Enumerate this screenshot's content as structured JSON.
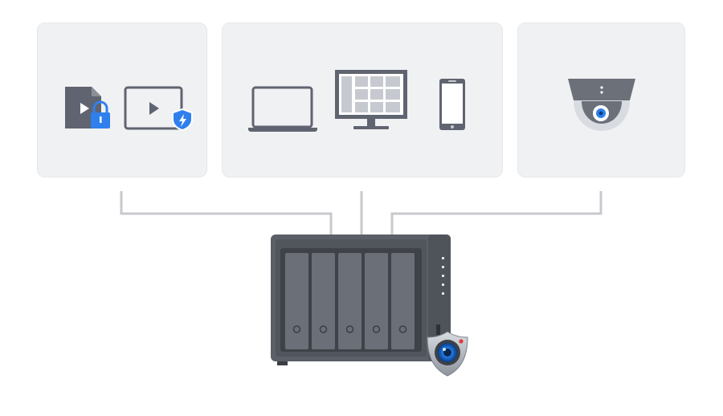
{
  "colors": {
    "background": "#ffffff",
    "card": "#f0f1f3",
    "card_border": "#e6e7ea",
    "icon_dark": "#5f6470",
    "icon_mid": "#6b7079",
    "icon_light": "#c6c9d0",
    "accent_blue": "#2f80ed",
    "connector": "#c7c9cd",
    "nas_body": "#5b5f67",
    "nas_bay": "#6a6f78",
    "nas_led": "#dfe3ea"
  },
  "cards": [
    {
      "id": "media",
      "icons": [
        "video-file-lock-icon",
        "video-player-shield-icon"
      ]
    },
    {
      "id": "devices",
      "icons": [
        "laptop-icon",
        "monitor-icon",
        "smartphone-icon"
      ]
    },
    {
      "id": "camera",
      "icons": [
        "dome-camera-icon"
      ]
    }
  ],
  "nas": {
    "drive_bays": 5,
    "status_leds": 5,
    "badge": "surveillance-station-icon"
  }
}
